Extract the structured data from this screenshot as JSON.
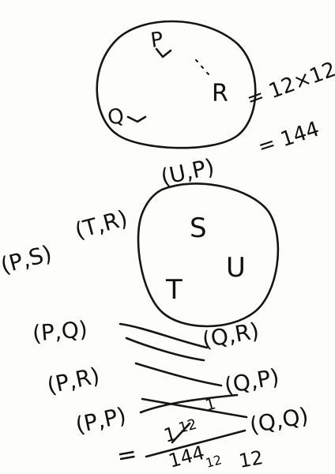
{
  "circle_top": {
    "points": [
      "P",
      "Q",
      "R"
    ]
  },
  "calc_top": {
    "line1": "= 12×12",
    "line2": "= 144"
  },
  "circle_bottom": {
    "points": [
      "S",
      "T",
      "U"
    ]
  },
  "pairs_left": [
    "(P,S)",
    "(T,R)",
    "(U,P)",
    "(P,Q)",
    "(P,R)",
    "(P,P)"
  ],
  "pairs_right": [
    "(Q,R)",
    "(Q,P)",
    "(Q,Q)"
  ],
  "result": {
    "prefix": "=",
    "numerator": "1",
    "denominator": "144",
    "cancelled_numerator": "12",
    "cancelled_denominator": "12",
    "annotation": "1",
    "simplified": "12"
  }
}
